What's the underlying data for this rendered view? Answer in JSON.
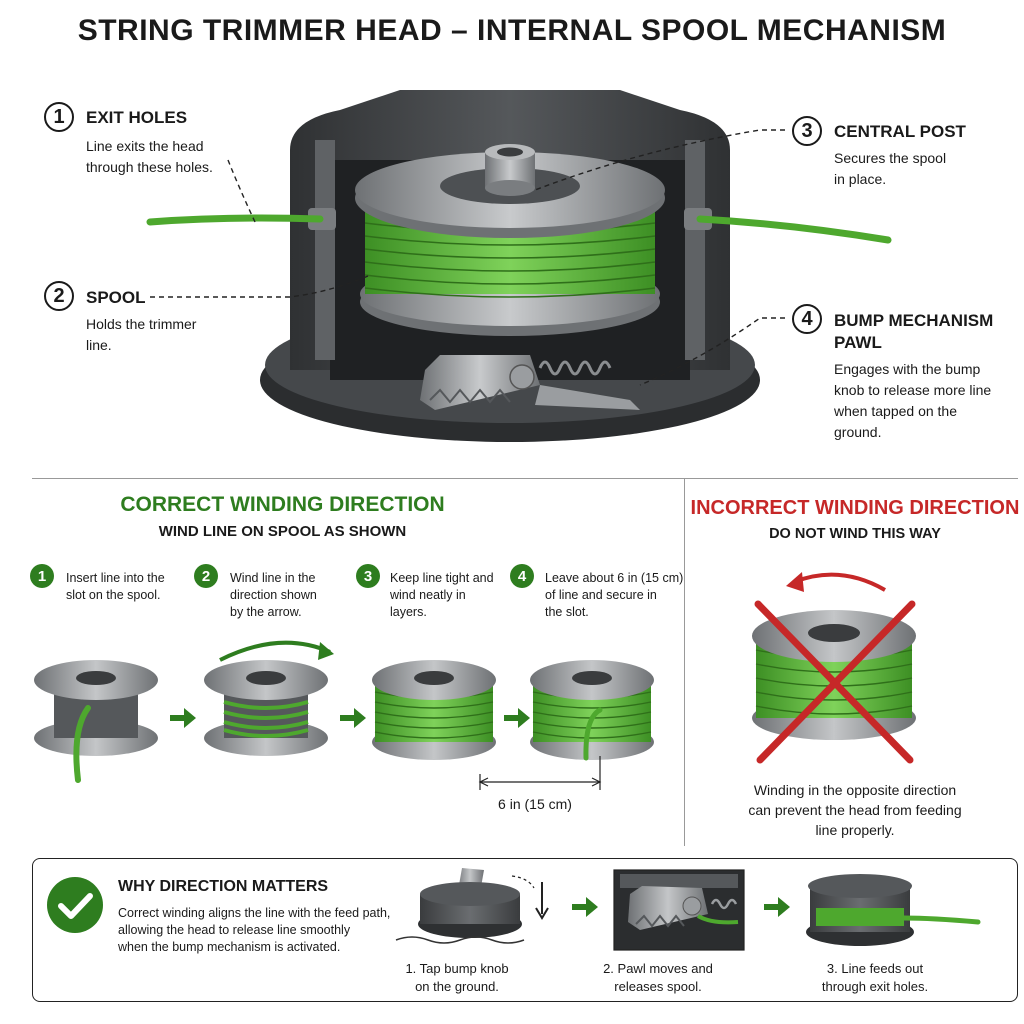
{
  "title": "STRING TRIMMER HEAD – INTERNAL SPOOL MECHANISM",
  "colors": {
    "line_green": "#5cb83a",
    "accent_green": "#2e7d1f",
    "warning_red": "#c62828",
    "metal_gray": "#8a8d90",
    "housing_dark": "#3a3d40"
  },
  "callouts": [
    {
      "num": "1",
      "title": "EXIT HOLES",
      "desc": [
        "Line exits the head",
        "through these holes."
      ]
    },
    {
      "num": "2",
      "title": "SPOOL",
      "desc": [
        "Holds the trimmer",
        "line."
      ]
    },
    {
      "num": "3",
      "title": "CENTRAL POST",
      "desc": [
        "Secures the spool",
        "in place."
      ]
    },
    {
      "num": "4",
      "title": [
        "BUMP MECHANISM",
        "PAWL"
      ],
      "desc": [
        "Engages with the bump",
        "knob to release more line",
        "when tapped on the",
        "ground."
      ]
    }
  ],
  "correct": {
    "title": "CORRECT WINDING DIRECTION",
    "subtitle": "WIND LINE ON SPOOL AS SHOWN",
    "steps": [
      {
        "num": "1",
        "text": [
          "Insert line into the",
          "slot on the spool."
        ]
      },
      {
        "num": "2",
        "text": [
          "Wind line in the",
          "direction shown",
          "by the arrow."
        ]
      },
      {
        "num": "3",
        "text": [
          "Keep line tight and",
          "wind neatly in",
          "layers."
        ]
      },
      {
        "num": "4",
        "text": [
          "Leave about 6 in (15 cm)",
          "of line and secure in",
          "the slot."
        ]
      }
    ],
    "measure_label": "6 in (15 cm)"
  },
  "incorrect": {
    "title": "INCORRECT WINDING DIRECTION",
    "subtitle": "DO NOT WIND THIS WAY",
    "caption": [
      "Winding in the opposite direction",
      "can prevent the head from feeding",
      "line properly."
    ]
  },
  "why": {
    "icon": "check-icon",
    "title": "WHY DIRECTION MATTERS",
    "text": [
      "Correct winding aligns the line with the feed path,",
      "allowing the head to release line smoothly",
      "when the bump mechanism is activated."
    ],
    "steps": [
      {
        "caption": [
          "1. Tap bump knob",
          "on the ground."
        ]
      },
      {
        "caption": [
          "2. Pawl moves and",
          "releases spool."
        ]
      },
      {
        "caption": [
          "3. Line feeds out",
          "through exit holes."
        ]
      }
    ]
  }
}
